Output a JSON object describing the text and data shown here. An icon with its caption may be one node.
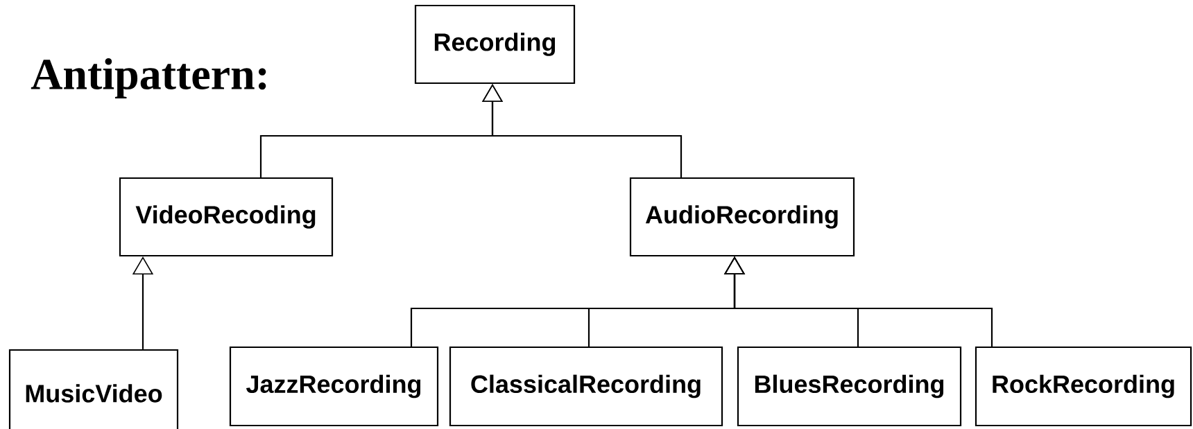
{
  "diagram": {
    "title": "Antipattern:",
    "nodes": [
      {
        "text": [
          "Recording"
        ]
      },
      {
        "text": [
          "VideoRecoding"
        ]
      },
      {
        "text": [
          "AudioRecording"
        ]
      },
      {
        "text": [
          "MusicVideo"
        ]
      },
      {
        "text": [
          "JazzRecording"
        ]
      },
      {
        "text": [
          "ClassicalRecording"
        ]
      },
      {
        "text": [
          "BluesRecording"
        ]
      },
      {
        "text": [
          "RockRecording"
        ]
      }
    ],
    "edges": [
      {
        "from": 1,
        "to": 0,
        "arrow": "to"
      },
      {
        "from": 2,
        "to": 0,
        "arrow": "to"
      },
      {
        "from": 3,
        "to": 1,
        "arrow": "to"
      },
      {
        "from": 4,
        "to": 2,
        "arrow": "to"
      },
      {
        "from": 5,
        "to": 2,
        "arrow": "to"
      },
      {
        "from": 6,
        "to": 2,
        "arrow": "to"
      },
      {
        "from": 7,
        "to": 2,
        "arrow": "to"
      }
    ]
  }
}
